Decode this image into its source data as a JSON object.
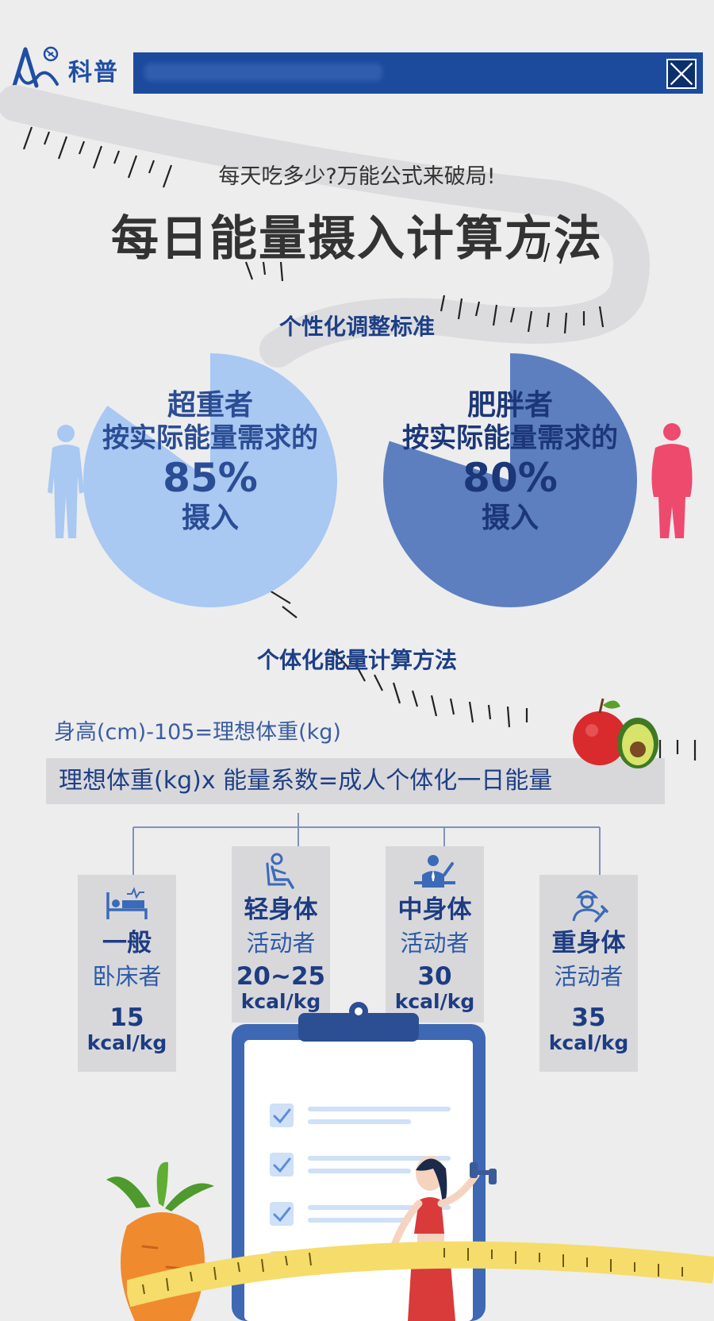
{
  "header": {
    "logo_text": "科普"
  },
  "intro": {
    "subtitle": "每天吃多少?万能公式来破局!",
    "title": "每日能量摄入计算方法"
  },
  "section1": {
    "heading": "个性化调整标准",
    "left": {
      "group": "超重者",
      "desc": "按实际能量需求的",
      "percent": "85%",
      "action": "摄入",
      "value": 85
    },
    "right": {
      "group": "肥胖者",
      "desc": "按实际能量需求的",
      "percent": "80%",
      "action": "摄入",
      "value": 80
    }
  },
  "section2": {
    "heading": "个体化能量计算方法",
    "formula1": "身高(cm)-105=理想体重(kg)",
    "formula2": "理想体重(kg)x 能量系数=成人个体化一日能量",
    "cards": [
      {
        "icon": "bed-patient-icon",
        "title": "一般",
        "sub": "卧床者",
        "value": "15",
        "unit": "kcal/kg"
      },
      {
        "icon": "seated-person-icon",
        "title": "轻身体",
        "sub": "活动者",
        "value": "20~25",
        "unit": "kcal/kg"
      },
      {
        "icon": "office-worker-icon",
        "title": "中身体",
        "sub": "活动者",
        "value": "30",
        "unit": "kcal/kg"
      },
      {
        "icon": "worker-wrench-icon",
        "title": "重身体",
        "sub": "活动者",
        "value": "35",
        "unit": "kcal/kg"
      }
    ]
  },
  "colors": {
    "primary": "#1c4b9e",
    "light_pie": "#a9c8f2",
    "dark_pie": "#5d7fbf",
    "background": "#ededee",
    "card": "#d8d8db",
    "figure_light": "#a9c8f2",
    "figure_pink": "#ee4a6d"
  }
}
